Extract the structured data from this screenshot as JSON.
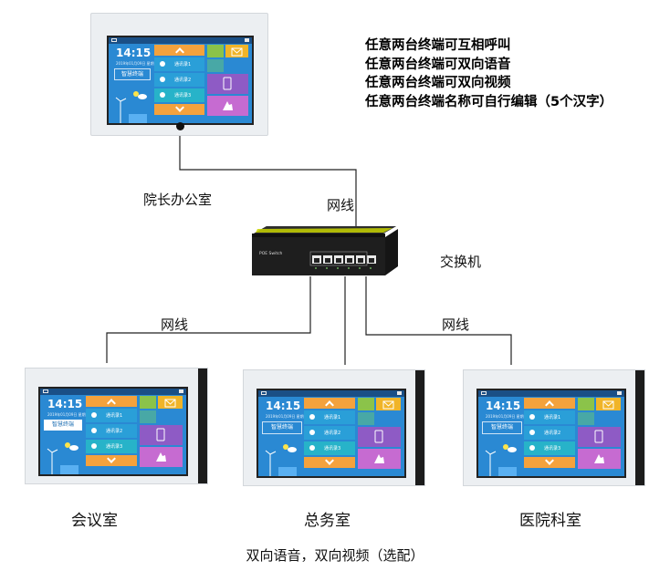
{
  "features": [
    "任意两台终端可互相呼叫",
    "任意两台终端可双向语音",
    "任意两台终端可双向视频",
    "任意两台终端名称可自行编辑（5个汉字）"
  ],
  "labels": {
    "president_office": "院长办公室",
    "network_cable_top": "网线",
    "switch": "交换机",
    "network_cable_left": "网线",
    "network_cable_right": "网线",
    "switch_brand": "POE Switch"
  },
  "terminals": [
    {
      "caption": "会议室"
    },
    {
      "caption": "总务室"
    },
    {
      "caption": "医院科室"
    }
  ],
  "screen": {
    "time": "14:15",
    "smart_terminal": "智慧终端",
    "contact_1": "通讯录1",
    "contact_2": "通讯录2",
    "contact_3": "通讯录3"
  },
  "bottom_note": "双向语音，双向视频（选配）",
  "colors": {
    "screen_bg": "#2a89d3",
    "tile_orange": "#f4a23d",
    "tile_blue": "#2a9fd8",
    "tile_green": "#8bc34a",
    "tile_purple": "#8e5bc5",
    "switch_accent": "#c8d400"
  }
}
